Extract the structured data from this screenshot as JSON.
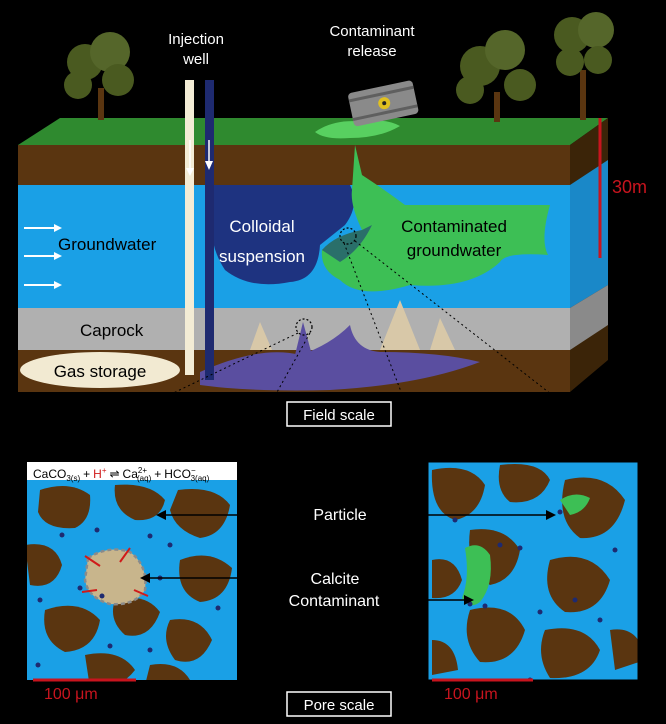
{
  "labels": {
    "injection_well": [
      "Injection",
      "well"
    ],
    "contaminant_release": [
      "Contaminant",
      "release"
    ],
    "groundwater": "Groundwater",
    "colloidal_suspension": [
      "Colloidal",
      "suspension"
    ],
    "contaminated_groundwater": [
      "Contaminated",
      "groundwater"
    ],
    "caprock": "Caprock",
    "gas_storage": "Gas storage",
    "field_scale": "Field scale",
    "pore_scale": "Pore scale",
    "particle": "Particle",
    "calcite": "Calcite",
    "contaminant": "Contaminant",
    "depth_scale": "30m",
    "micro_scale_left": "100 μm",
    "micro_scale_right": "100 μm"
  },
  "equation": {
    "reactant": "CaCO",
    "reactant_sub": "3(s)",
    "plus1": "+",
    "proton": "H",
    "proton_sup": "+",
    "arrow": "⇌",
    "product1": "Ca",
    "product1_sup": "2+",
    "product1_sub": "(aq)",
    "plus2": "+",
    "product2": "HCO",
    "product2_sup": "−",
    "product2_sub": "3(aq)"
  },
  "colors": {
    "soil_brown": "#5a3510",
    "water_blue": "#1aa0e6",
    "caprock_gray": "#b0b0b0",
    "grass_green": "#3a9a35",
    "contaminant_green": "#3dbf55",
    "colloid_navy": "#1e3380",
    "scale_red": "#c8141e"
  }
}
